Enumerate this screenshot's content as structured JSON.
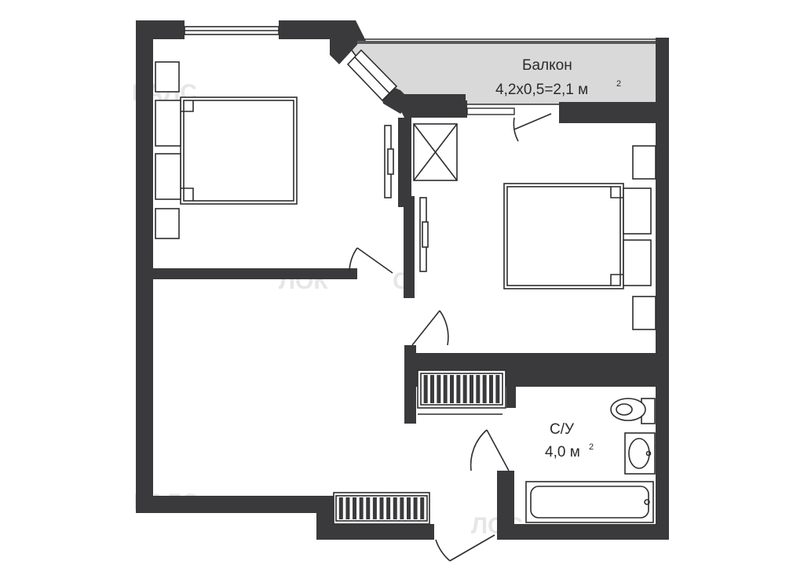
{
  "plan": {
    "balcony": {
      "name": "Балкон",
      "area_formula": "4,2х0,5=2,1 м",
      "area_sup": "2"
    },
    "bathroom": {
      "name": "С/У",
      "area": "4,0 м",
      "area_sup": "2"
    },
    "watermark": {
      "left_top": "КАЛС",
      "center": "ЛОК",
      "center_right": "С",
      "left_bottom": "КАЛС",
      "right_bottom": "ЛОС"
    }
  },
  "colors": {
    "wall": "#3a3a3c",
    "balcony_fill": "#d9d9d9",
    "watermark": "#e6e6e6",
    "background": "#ffffff"
  }
}
